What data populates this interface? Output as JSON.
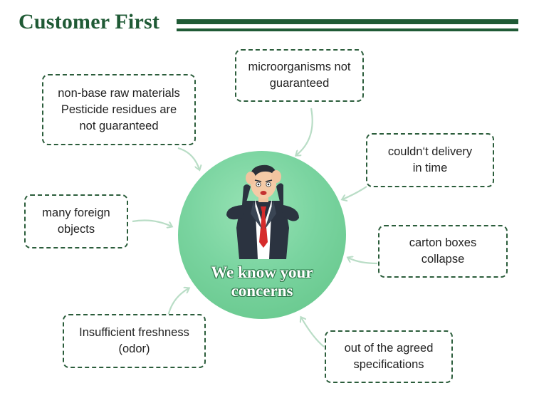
{
  "title": "Customer First",
  "center": {
    "line1": "We know your",
    "line2": "concerns"
  },
  "concerns": {
    "raw_materials": [
      "non-base raw materials",
      "Pesticide residues are",
      "not guaranteed"
    ],
    "microorganisms": [
      "microorganisms not",
      "guaranteed"
    ],
    "delivery": [
      "couldn‘t delivery",
      "in time"
    ],
    "foreign_objects": [
      "many foreign",
      "objects"
    ],
    "carton": [
      "carton boxes",
      "collapse"
    ],
    "freshness": [
      "Insufficient freshness",
      "(odor)"
    ],
    "specifications": [
      "out of the agreed",
      "specifications"
    ]
  },
  "colors": {
    "brand_green": "#1f5a35",
    "circle_green": "#7ad4a0",
    "arrow": "#b9ddc6"
  },
  "icons": [
    "worried-businessman-icon"
  ]
}
